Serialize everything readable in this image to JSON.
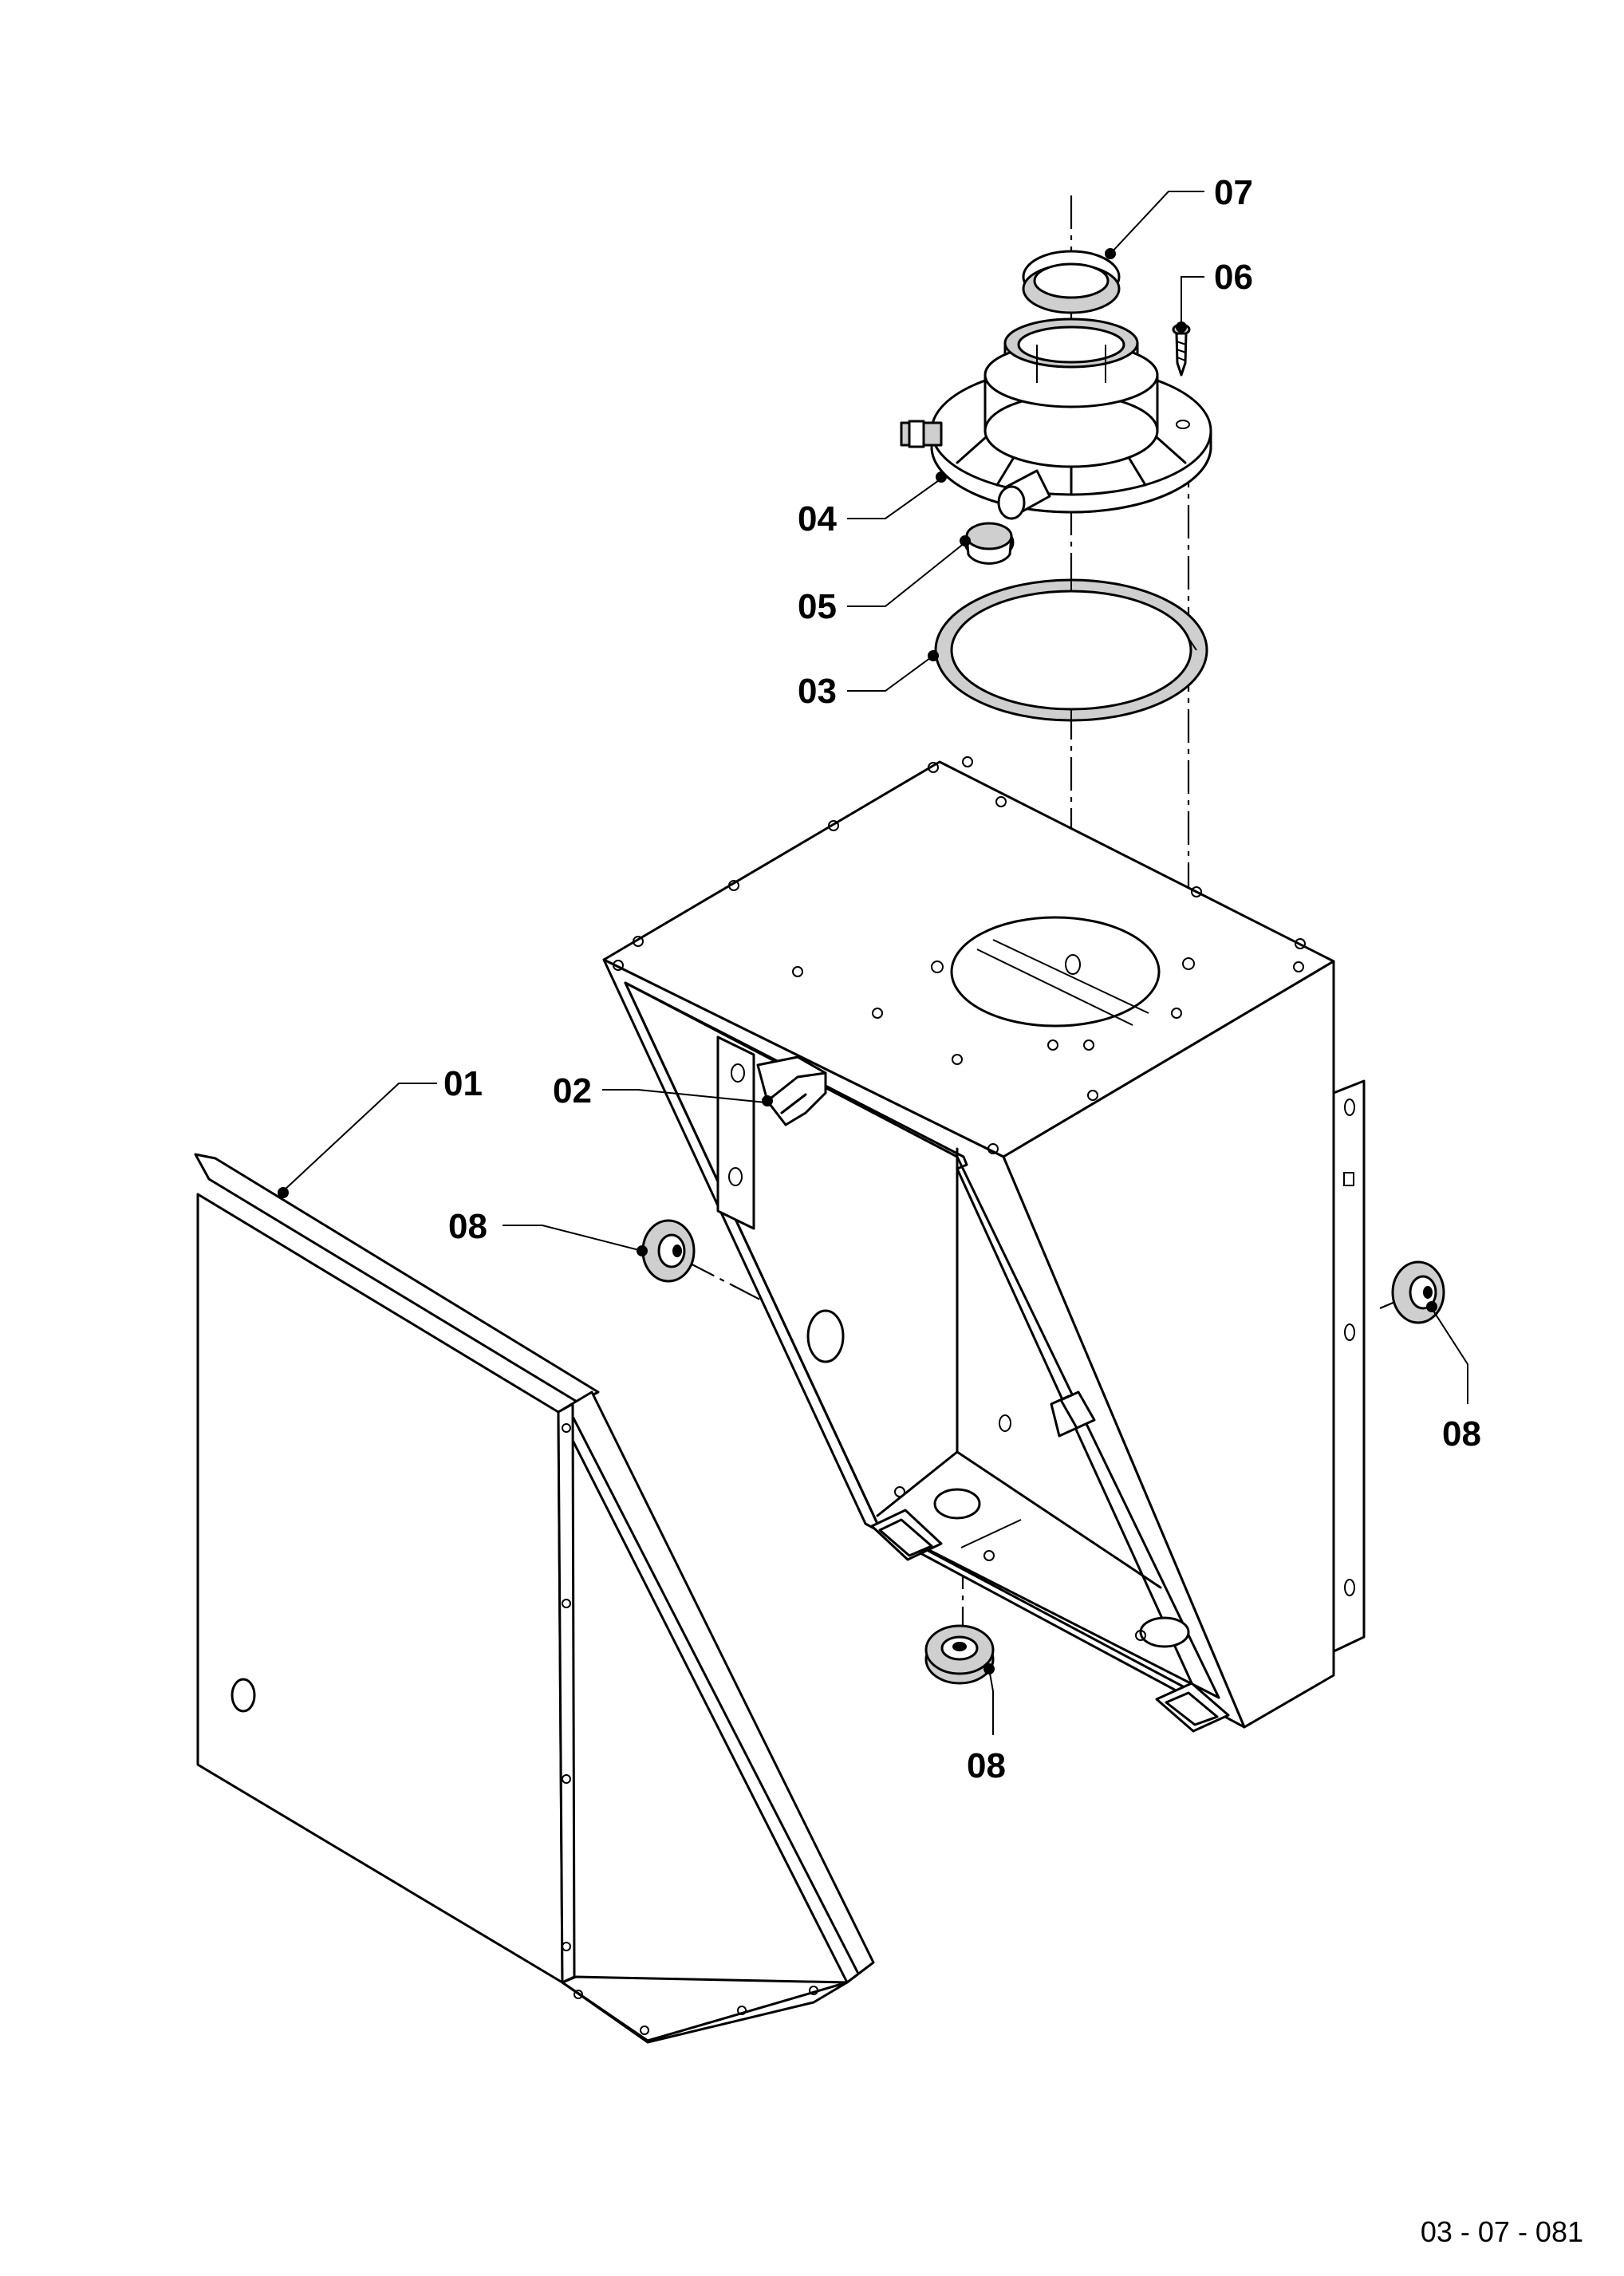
{
  "callouts": {
    "p01": "01",
    "p02": "02",
    "p03": "03",
    "p04": "04",
    "p05": "05",
    "p06": "06",
    "p07": "07",
    "p08_left": "08",
    "p08_right": "08",
    "p08_bottom": "08"
  },
  "drawing_number": "03 - 07 - 081"
}
